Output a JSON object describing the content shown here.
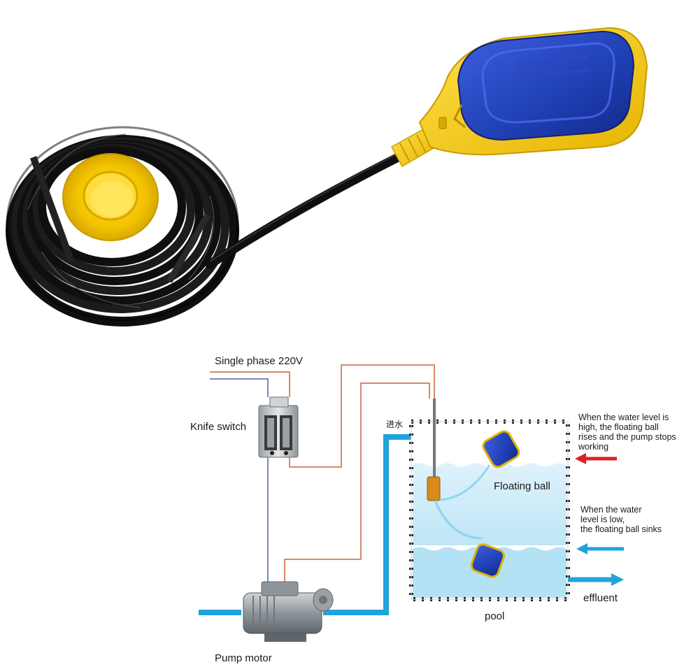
{
  "diagram": {
    "supply_label": "Single phase 220V",
    "knife_switch_label": "Knife switch",
    "inlet_label": "进水",
    "high_level_note": [
      "When the water level is",
      "high, the floating ball",
      "rises and the pump stops",
      "working"
    ],
    "floating_ball_label": "Floating ball",
    "low_level_note": [
      "When the water",
      "level is low,",
      "the floating ball sinks"
    ],
    "effluent_label": "effluent",
    "pool_label": "pool",
    "pump_label": "Pump motor"
  },
  "colors": {
    "cable": "#0f0f0f",
    "float_body": "#1f3fb3",
    "float_housing": "#f2c300",
    "live_wire": "#c8643c",
    "neutral_wire": "#5560a8",
    "water_pipe": "#21a3dc",
    "water": "#bfe6f6",
    "arrow_red": "#e02020"
  }
}
